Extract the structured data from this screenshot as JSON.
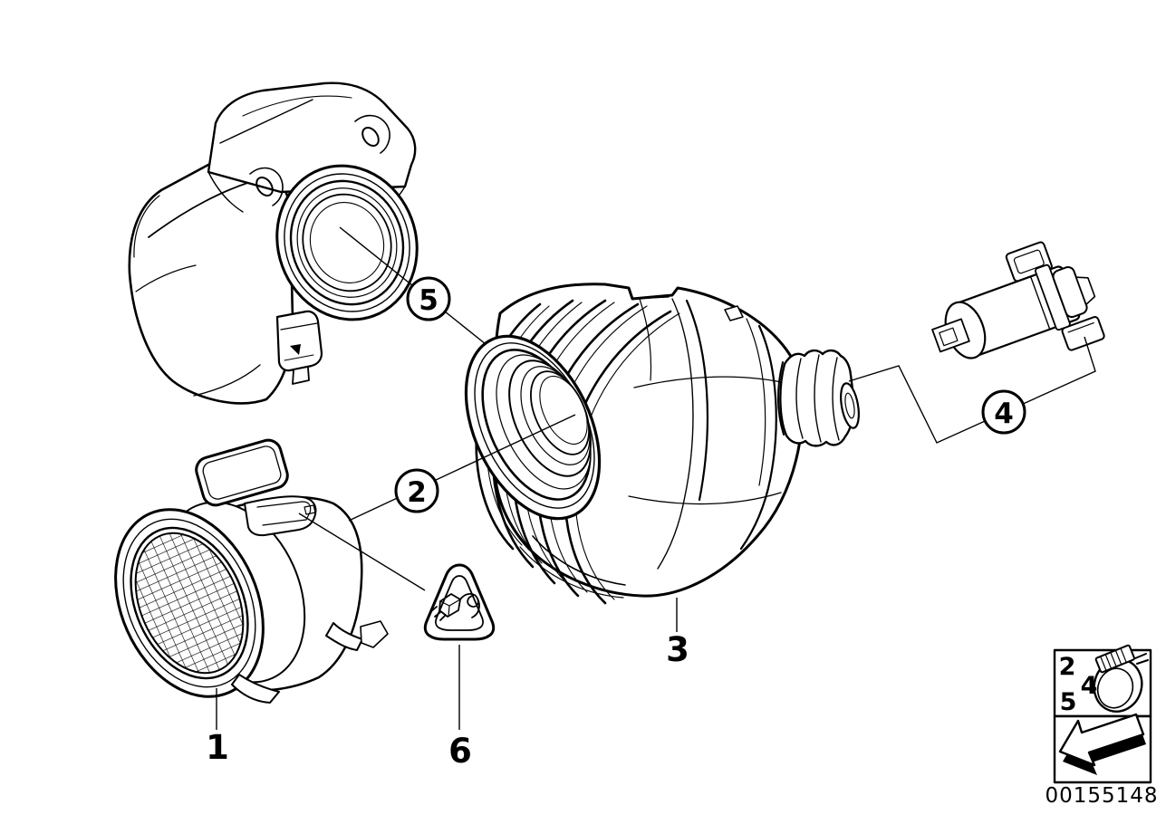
{
  "colors": {
    "line": "#000000",
    "background": "#ffffff"
  },
  "callouts": {
    "maf_sensor": "1",
    "clamp_boot_to_maf": "2",
    "intake_boot": "3",
    "clamp_small_end": "4",
    "clamp_boot_to_throttle": "5",
    "warning_note": "6"
  },
  "legend": {
    "clamp_refs": [
      "2",
      "5",
      "4"
    ],
    "clamp_icon": "hose-clamp-icon",
    "direction_icon": "installation-direction-arrow-icon"
  },
  "warning": {
    "icon": "warning-triangle-plug-icon"
  },
  "doc_number": "00155148"
}
